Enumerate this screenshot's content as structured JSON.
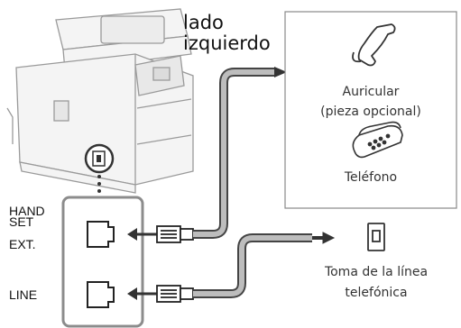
{
  "diagram": {
    "side_label_line1": "lado",
    "side_label_line2": "izquierdo",
    "port_hand_line1": "HAND",
    "port_hand_line2": "SET",
    "port_ext": "EXT.",
    "port_line": "LINE",
    "handset_label_line1": "Auricular",
    "handset_label_line2": "(pieza opcional)",
    "telephone_label": "Teléfono",
    "wall_jack_label_line1": "Toma de la línea",
    "wall_jack_label_line2": "telefónica"
  },
  "colors": {
    "outline": "#555555",
    "printer_fill": "#f4f4f4",
    "cable_gray": "#b7b7b7",
    "arrow": "#333333"
  }
}
